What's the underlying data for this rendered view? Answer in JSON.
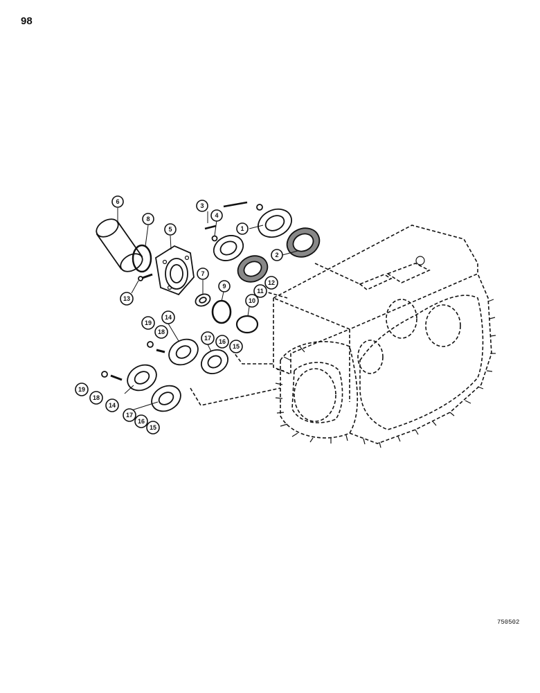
{
  "page": {
    "number": "98",
    "drawing_id": "750502"
  },
  "callouts": {
    "c1": "1",
    "c2": "2",
    "c3": "3",
    "c4": "4",
    "c5": "5",
    "c6": "6",
    "c7": "7",
    "c8": "8",
    "c9": "9",
    "c10": "10",
    "c11": "11",
    "c12": "12",
    "c13": "13",
    "c14a": "14",
    "c14b": "14",
    "c15a": "15",
    "c15b": "15",
    "c16a": "16",
    "c16b": "16",
    "c17a": "17",
    "c17b": "17",
    "c18a": "18",
    "c18b": "18",
    "c19a": "19",
    "c19b": "19"
  }
}
